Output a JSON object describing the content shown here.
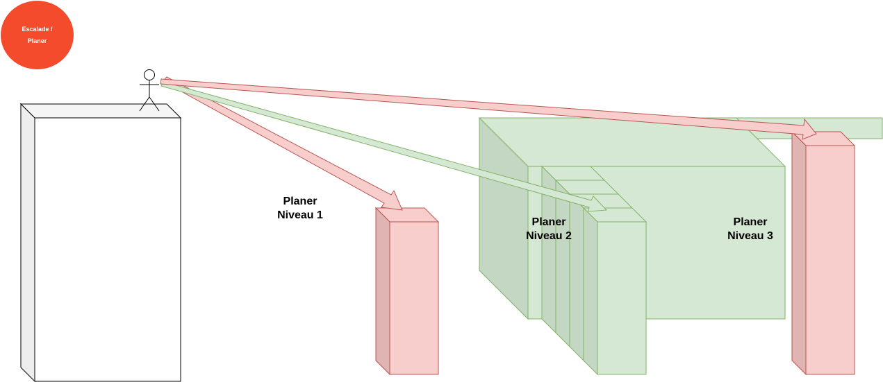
{
  "badge": {
    "line1": "Escalade /",
    "line2": "Planer",
    "color": "#f34b2c"
  },
  "labels": {
    "level1": {
      "line1": "Planer",
      "line2": "Niveau 1"
    },
    "level2": {
      "line1": "Planer",
      "line2": "Niveau 2"
    },
    "level3": {
      "line1": "Planer",
      "line2": "Niveau 3"
    }
  },
  "colors": {
    "red_fill": "#f8cecc",
    "red_stroke": "#b85450",
    "green_fill": "#d5e8d4",
    "green_stroke": "#82b366",
    "start_fill": "#ffffff",
    "start_stroke": "#000000"
  }
}
